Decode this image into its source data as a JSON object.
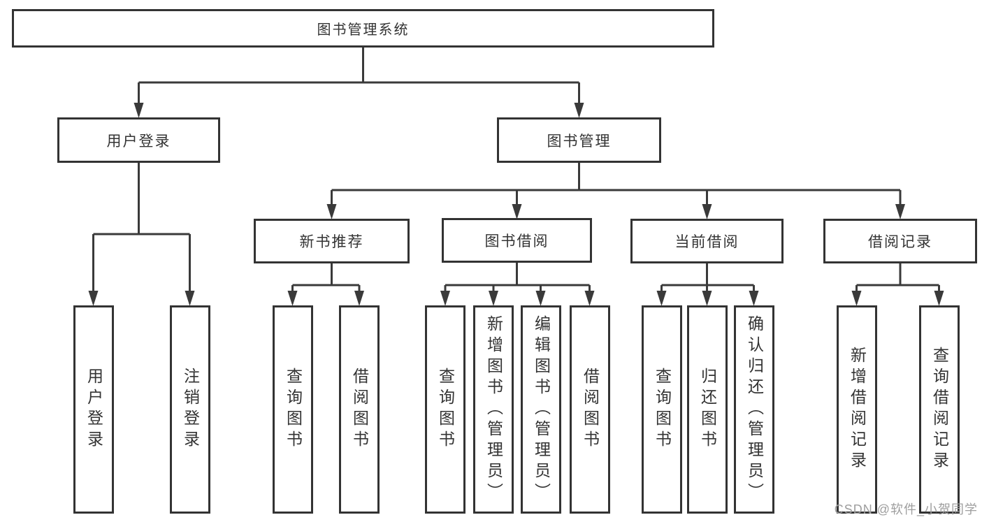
{
  "tree": {
    "label": "图书管理系统",
    "children": [
      {
        "label": "用户登录",
        "children": [
          {
            "label": "用户登录"
          },
          {
            "label": "注销登录"
          }
        ]
      },
      {
        "label": "图书管理",
        "children": [
          {
            "label": "新书推荐",
            "children": [
              {
                "label": "查询图书"
              },
              {
                "label": "借阅图书"
              }
            ]
          },
          {
            "label": "图书借阅",
            "children": [
              {
                "label": "查询图书"
              },
              {
                "label": "新增图书（管理员）"
              },
              {
                "label": "编辑图书（管理员）"
              },
              {
                "label": "借阅图书"
              }
            ]
          },
          {
            "label": "当前借阅",
            "children": [
              {
                "label": "查询图书"
              },
              {
                "label": "归还图书"
              },
              {
                "label": "确认归还（管理员）"
              }
            ]
          },
          {
            "label": "借阅记录",
            "children": [
              {
                "label": "新增借阅记录"
              },
              {
                "label": "查询借阅记录"
              }
            ]
          }
        ]
      }
    ]
  },
  "watermark": {
    "text": "CSDN @软件_小贺同学"
  },
  "colors": {
    "background": "#ffffff",
    "box_border": "#333333",
    "connector_line": "#3a3a3a",
    "text": "#333333",
    "watermark_text": "#9e9e9e"
  }
}
